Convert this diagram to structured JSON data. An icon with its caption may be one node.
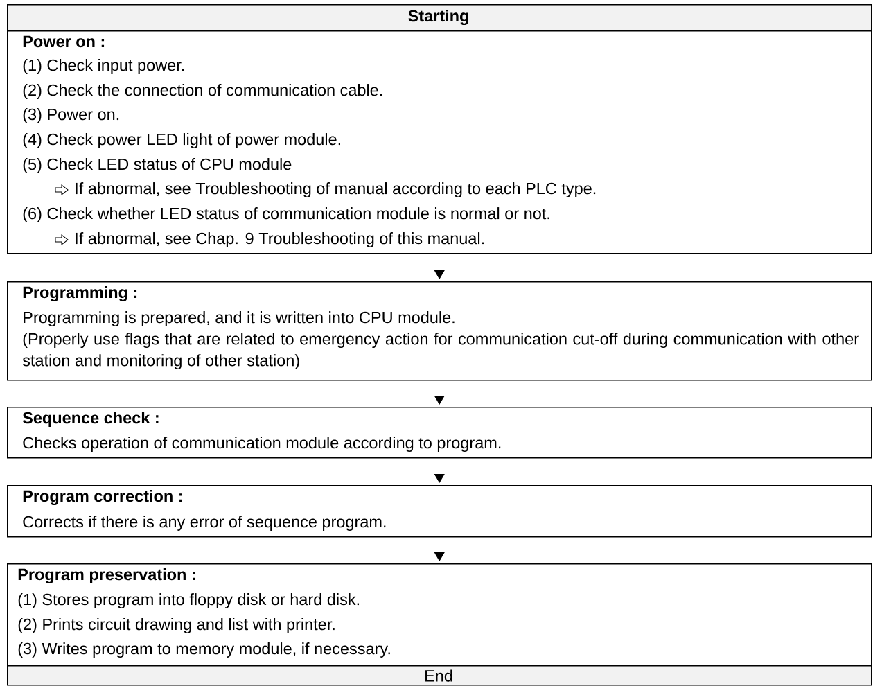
{
  "diagram": {
    "nodes": [
      {
        "text": [
          "Starting"
        ]
      },
      {
        "text": [
          "Power on :",
          "(1) Check input power.",
          "(2) Check the connection of communication cable.",
          "(3) Power on.",
          "(4) Check power LED light of power module.",
          "(5) Check LED status of CPU module",
          "If abnormal, see Troubleshooting of manual according to each PLC type.",
          "(6) Check whether LED status of communication module is normal or not.",
          "If abnormal, see Chap. 9 Troubleshooting of this manual."
        ]
      },
      {
        "text": [
          "Programming :",
          "Programming is prepared, and it is written into CPU module.",
          "(Properly use flags that are related to emergency action for communication cut-off during communication with other station and monitoring of other station)"
        ]
      },
      {
        "text": [
          "Sequence check :",
          "Checks operation of communication module according to program."
        ]
      },
      {
        "text": [
          "Program correction :",
          "Corrects if there is any error of sequence program."
        ]
      },
      {
        "text": [
          "Program preservation :",
          "(1) Stores program into floppy disk or hard disk.",
          "(2) Prints circuit drawing and list with printer.",
          "(3) Writes program to memory module, if necessary."
        ]
      },
      {
        "text": [
          "End"
        ]
      }
    ],
    "edges": [
      {
        "from": 1,
        "to": 2,
        "arrow": "to"
      },
      {
        "from": 2,
        "to": 3,
        "arrow": "to"
      },
      {
        "from": 3,
        "to": 4,
        "arrow": "to"
      },
      {
        "from": 4,
        "to": 5,
        "arrow": "to"
      }
    ]
  }
}
